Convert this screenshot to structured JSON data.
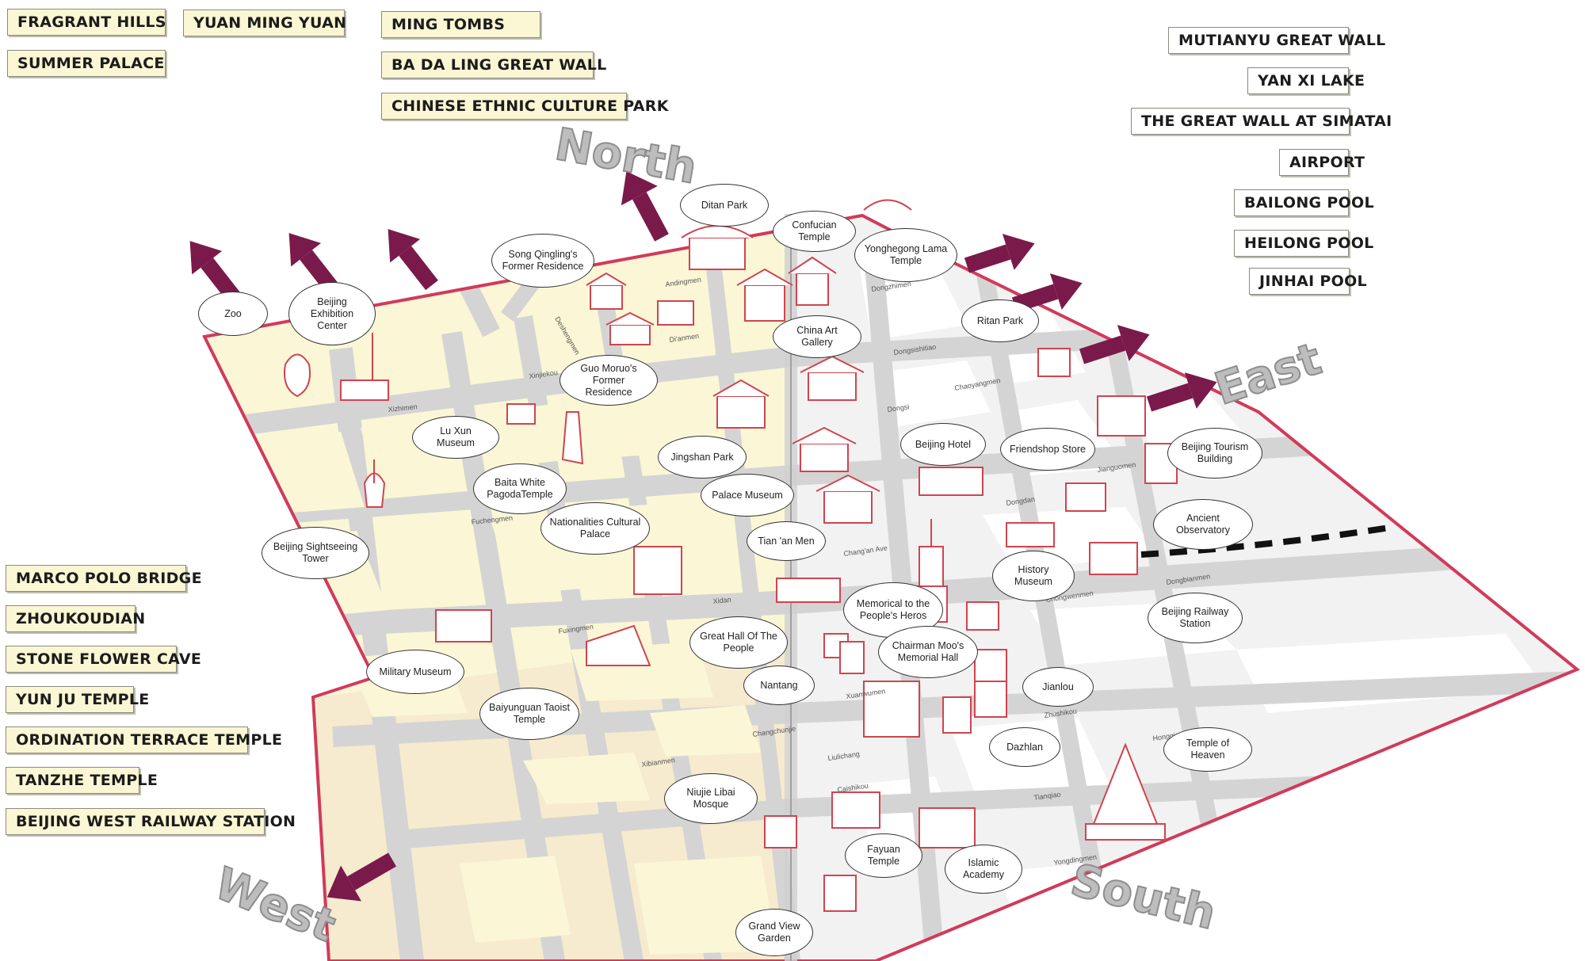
{
  "directions": {
    "north": "North",
    "east": "East",
    "south": "South",
    "west": "West"
  },
  "boxes": {
    "fragrant_hills": "FRAGRANT HILLS",
    "summer_palace": "SUMMER PALACE",
    "yuan_ming_yuan": "YUAN MING YUAN",
    "ming_tombs": "MING TOMBS",
    "ba_da_ling": "BA DA LING GREAT WALL",
    "ethnic_park": "CHINESE ETHNIC CULTURE PARK",
    "mutianyu": "MUTIANYU GREAT WALL",
    "yan_xi": "YAN XI LAKE",
    "simatai": "THE GREAT WALL AT SIMATAI",
    "airport": "AIRPORT",
    "bailong": "BAILONG POOL",
    "heilong": "HEILONG POOL",
    "jinhai": "JINHAI POOL",
    "marco_polo": "MARCO POLO BRIDGE",
    "zhoukoudian": "ZHOUKOUDIAN",
    "stone_flower": "STONE FLOWER CAVE",
    "yun_ju": "YUN JU TEMPLE",
    "ordination": "ORDINATION TERRACE TEMPLE",
    "tanzhe": "TANZHE TEMPLE",
    "west_station": "BEIJING WEST RAILWAY STATION"
  },
  "labels": {
    "ditan": "Ditan Park",
    "confucian": "Confucian Temple",
    "song": "Song Qingling's Former Residence",
    "yonghegong": "Yonghegong Lama Temple",
    "zoo": "Zoo",
    "exhibition": "Beijing Exhibition Center",
    "guo_moruo": "Guo Moruo's Former Residence",
    "china_art": "China Art Gallery",
    "ritan": "Ritan Park",
    "lu_xun": "Lu Xun Museum",
    "baita": "Baita White PagodaTemple",
    "jingshan": "Jingshan Park",
    "beijing_hotel": "Beijing Hotel",
    "friendship": "Friendshop Store",
    "tourism": "Beijing Tourism Building",
    "palace": "Palace Museum",
    "observatory": "Ancient Observatory",
    "nationalities": "Nationalities Cultural Palace",
    "tiananmen": "Tian 'an Men",
    "sightseeing": "Beijing Sightseeing Tower",
    "history": "History Museum",
    "memorial_heroes": "Memorical to the People's Heros",
    "railway": "Beijing Railway Station",
    "great_hall": "Great Hall Of The People",
    "mao": "Chairman Moo's Memorial Hall",
    "military": "Military Museum",
    "nantang": "Nantang",
    "jianlou": "Jianlou",
    "baiyunguan": "Baiyunguan Taoist Temple",
    "dazhlan": "Dazhlan",
    "heaven": "Temple of Heaven",
    "niujie": "Niujie Libai Mosque",
    "fayuan": "Fayuan Temple",
    "islamic": "Islamic Academy",
    "grand_view": "Grand View Garden"
  },
  "streets": {
    "andingmen": "Andingmen",
    "dongzhimen": "Dongzhimen",
    "deshengmen": "Deshengmen",
    "dianmen": "Di'anmen",
    "xinjiekou": "Xinjiekou",
    "dongsishitiao": "Dongsishitiao",
    "chaoyangmen": "Chaoyangmen",
    "xizhimen": "Xizhimen",
    "dongsi": "Dongsi",
    "jianguomen": "Jianguomen",
    "dongdan": "Dongdan",
    "fuchengmen": "Fuchengmen",
    "changan": "Chang'an Ave",
    "dongbianmen": "Dongbianmen",
    "chongwenmen": "Chongwenmen",
    "xidan": "Xidan",
    "fuxingmen": "Fuxingmen",
    "xuanwumen": "Xuanwumen",
    "zhushikou": "Zhushikou",
    "changchunjie": "Changchunjie",
    "liulichang": "Liulichang",
    "hongqiao": "Hongqiao",
    "caishikou": "Caishikou",
    "xibianmen": "Xibianmen",
    "tianqiao": "Tianqiao",
    "yongdingmen": "Yongdingmen"
  }
}
